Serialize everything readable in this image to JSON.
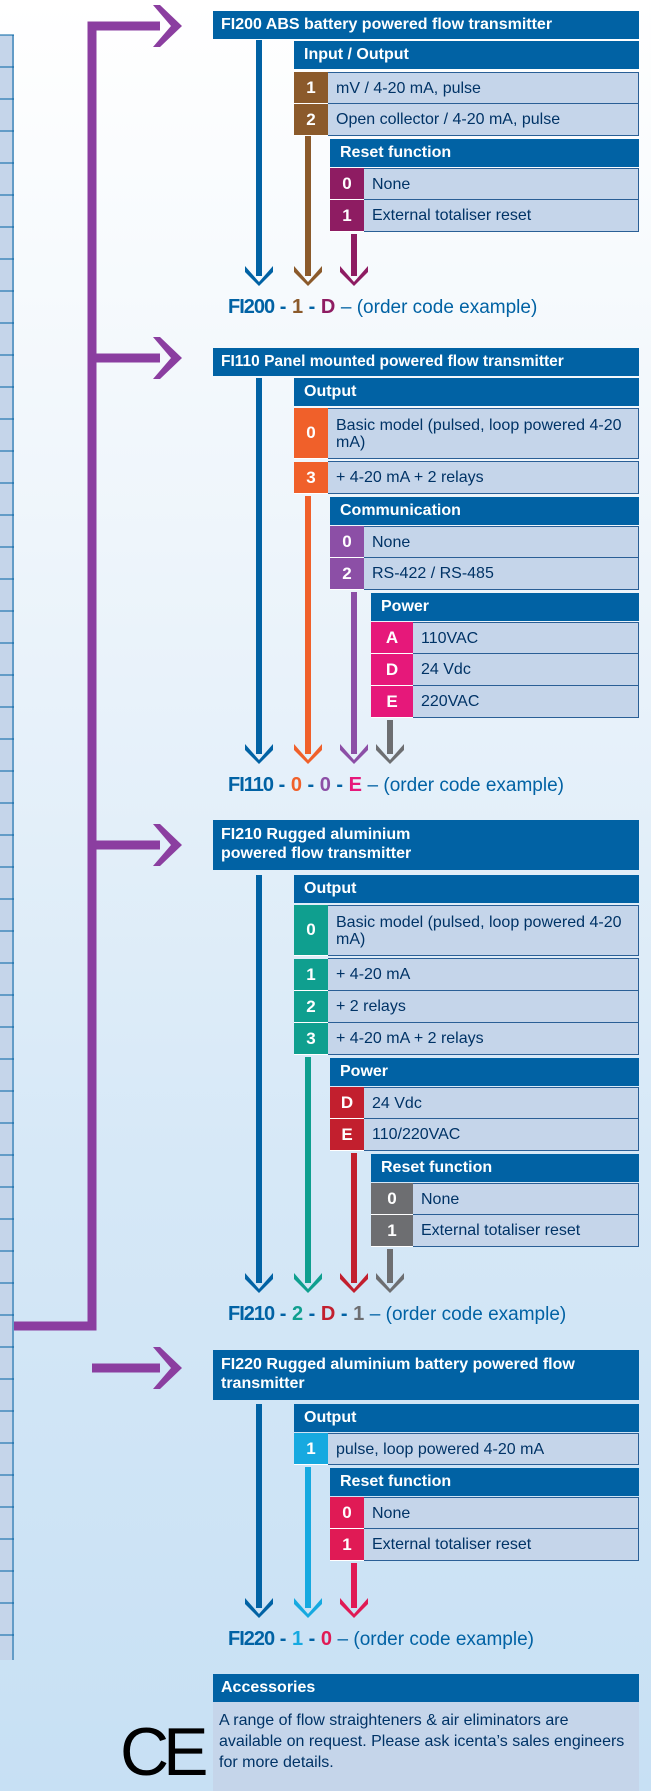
{
  "colors": {
    "header_blue": "#0162a4",
    "row_fill": "#c5d5ea",
    "flow_purple": "#8b3ea0",
    "brown": "#8b5a2b",
    "maroon": "#8e1c62",
    "orange": "#f0602a",
    "violet": "#8c4fa6",
    "magenta": "#e6187a",
    "gray": "#6d6e71",
    "teal": "#0f9f8f",
    "red": "#c21f2e",
    "cyan": "#16a9e0",
    "crimson": "#e01a55"
  },
  "fi200": {
    "title": "FI200  ABS battery powered flow transmitter",
    "io_header": "Input / Output",
    "io_rows": [
      {
        "code": "1",
        "label": "mV / 4-20 mA, pulse"
      },
      {
        "code": "2",
        "label": "Open collector / 4-20 mA, pulse"
      }
    ],
    "reset_header": "Reset function",
    "reset_rows": [
      {
        "code": "0",
        "label": "None"
      },
      {
        "code": "1",
        "label": "External totaliser reset"
      }
    ],
    "example": {
      "model": "FI200",
      "codes": [
        "1",
        "D"
      ],
      "note": "(order code example)"
    }
  },
  "fi110": {
    "title": "FI110  Panel mounted powered flow transmitter",
    "output_header": "Output",
    "output_rows": [
      {
        "code": "0",
        "label": "Basic model (pulsed, loop powered 4-20 mA)"
      },
      {
        "code": "3",
        "label": "+ 4-20 mA + 2 relays"
      }
    ],
    "comm_header": "Communication",
    "comm_rows": [
      {
        "code": "0",
        "label": "None"
      },
      {
        "code": "2",
        "label": "RS-422 / RS-485"
      }
    ],
    "power_header": "Power",
    "power_rows": [
      {
        "code": "A",
        "label": "110VAC"
      },
      {
        "code": "D",
        "label": "24 Vdc"
      },
      {
        "code": "E",
        "label": "220VAC"
      }
    ],
    "example": {
      "model": "FI110",
      "codes": [
        "0",
        "0",
        "E"
      ],
      "note": "(order code example)"
    }
  },
  "fi210": {
    "title": "FI210  Rugged aluminium powered flow transmitter",
    "output_header": "Output",
    "output_rows": [
      {
        "code": "0",
        "label": "Basic model (pulsed, loop powered 4-20 mA)"
      },
      {
        "code": "1",
        "label": "+ 4-20 mA"
      },
      {
        "code": "2",
        "label": "+ 2 relays"
      },
      {
        "code": "3",
        "label": "+ 4-20 mA + 2 relays"
      }
    ],
    "power_header": "Power",
    "power_rows": [
      {
        "code": "D",
        "label": "24 Vdc"
      },
      {
        "code": "E",
        "label": "110/220VAC"
      }
    ],
    "reset_header": "Reset function",
    "reset_rows": [
      {
        "code": "0",
        "label": "None"
      },
      {
        "code": "1",
        "label": "External totaliser reset"
      }
    ],
    "example": {
      "model": "FI210",
      "codes": [
        "2",
        "D",
        "1"
      ],
      "note": "(order code example)"
    }
  },
  "fi220": {
    "title": "FI220  Rugged aluminium battery powered flow transmitter",
    "output_header": "Output",
    "output_rows": [
      {
        "code": "1",
        "label": "pulse, loop powered 4-20 mA"
      }
    ],
    "reset_header": "Reset function",
    "reset_rows": [
      {
        "code": "0",
        "label": "None"
      },
      {
        "code": "1",
        "label": "External totaliser reset"
      }
    ],
    "example": {
      "model": "FI220",
      "codes": [
        "1",
        "0"
      ],
      "note": "(order code example)"
    }
  },
  "accessories": {
    "header": "Accessories",
    "body": "A range of flow straighteners & air eliminators are available on request.  Please ask icenta’s sales engineers for more details."
  },
  "ce_mark": "CE"
}
